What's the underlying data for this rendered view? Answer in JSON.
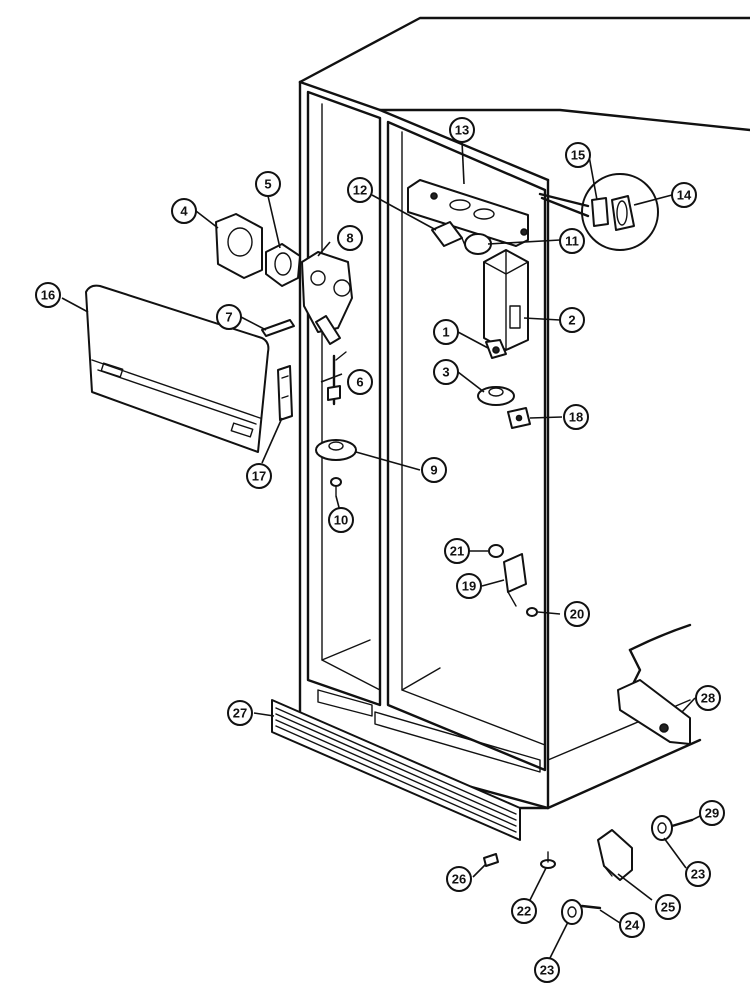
{
  "callouts": [
    {
      "id": "c1",
      "label": "1"
    },
    {
      "id": "c2",
      "label": "2"
    },
    {
      "id": "c3",
      "label": "3"
    },
    {
      "id": "c4",
      "label": "4"
    },
    {
      "id": "c5",
      "label": "5"
    },
    {
      "id": "c6",
      "label": "6"
    },
    {
      "id": "c7",
      "label": "7"
    },
    {
      "id": "c8",
      "label": "8"
    },
    {
      "id": "c9",
      "label": "9"
    },
    {
      "id": "c10",
      "label": "10"
    },
    {
      "id": "c11",
      "label": "11"
    },
    {
      "id": "c12",
      "label": "12"
    },
    {
      "id": "c13",
      "label": "13"
    },
    {
      "id": "c14",
      "label": "14"
    },
    {
      "id": "c15",
      "label": "15"
    },
    {
      "id": "c16",
      "label": "16"
    },
    {
      "id": "c17",
      "label": "17"
    },
    {
      "id": "c18",
      "label": "18"
    },
    {
      "id": "c19",
      "label": "19"
    },
    {
      "id": "c20",
      "label": "20"
    },
    {
      "id": "c21",
      "label": "21"
    },
    {
      "id": "c22",
      "label": "22"
    },
    {
      "id": "c23a",
      "label": "23"
    },
    {
      "id": "c23b",
      "label": "23"
    },
    {
      "id": "c24",
      "label": "24"
    },
    {
      "id": "c25",
      "label": "25"
    },
    {
      "id": "c26",
      "label": "26"
    },
    {
      "id": "c27",
      "label": "27"
    },
    {
      "id": "c28",
      "label": "28"
    },
    {
      "id": "c29",
      "label": "29"
    }
  ]
}
